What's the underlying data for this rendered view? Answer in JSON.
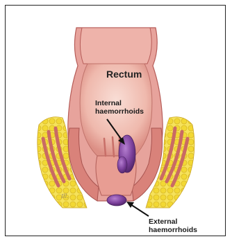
{
  "labels": {
    "rectum": "Rectum",
    "internal_line1": "Internal",
    "internal_line2": "haemorrhoids",
    "external_line1": "External",
    "external_line2": "haemorrhoids"
  },
  "colors": {
    "border": "#222222",
    "fat": "#f2dc3a",
    "tissue": "#e8a4a0",
    "lumen": "#f3c9bf",
    "muscle": "#c9655f",
    "haemorrhoid": "#7a3f9a"
  },
  "signature": "Ill."
}
